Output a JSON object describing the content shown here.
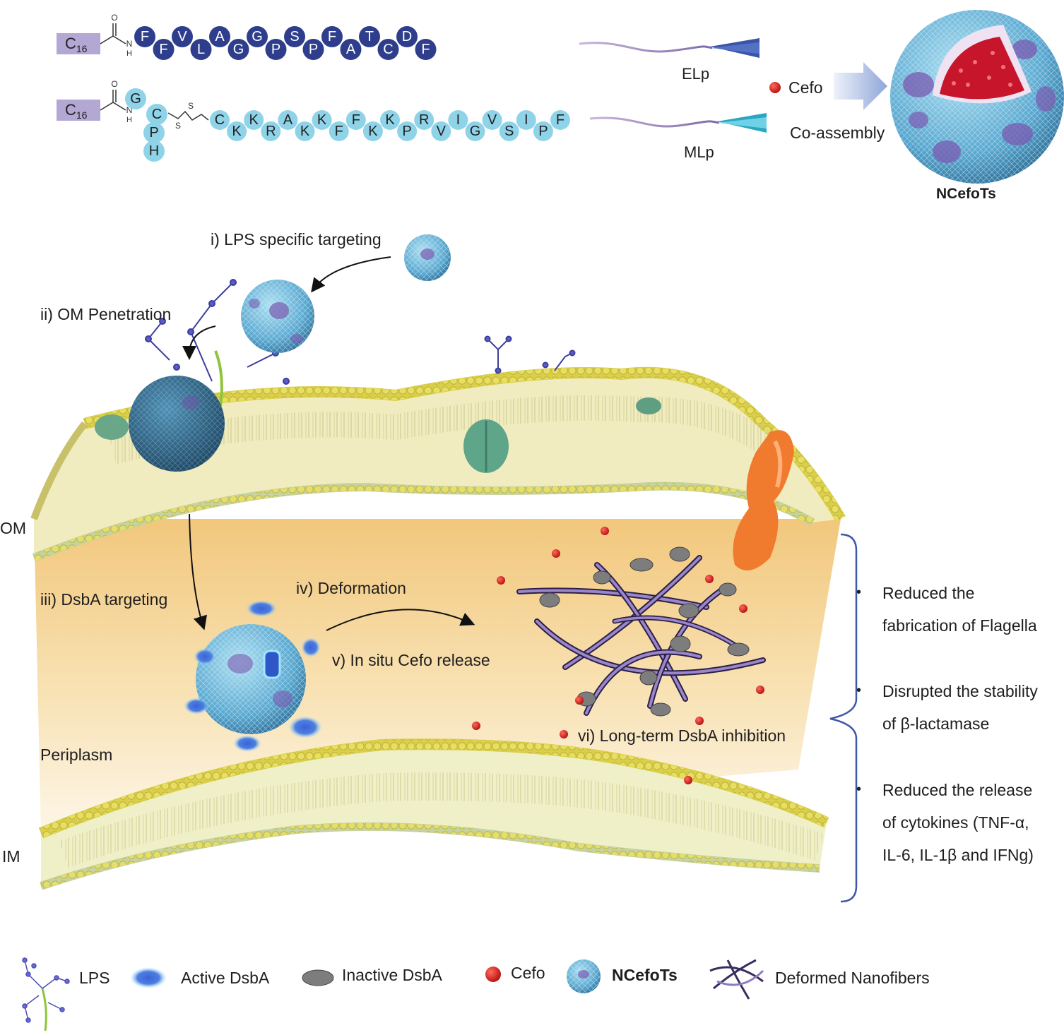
{
  "peptide1": {
    "tail": "C",
    "tail_sub": "16",
    "o": "O",
    "nh": "N",
    "h": "H",
    "residues": [
      "F",
      "F",
      "V",
      "L",
      "A",
      "G",
      "G",
      "P",
      "S",
      "P",
      "F",
      "A",
      "T",
      "C",
      "D",
      "F"
    ],
    "color": "#2e3e8c"
  },
  "peptide2": {
    "tail": "C",
    "tail_sub": "16",
    "o": "O",
    "nh": "N",
    "h": "H",
    "branch": [
      "G",
      "C",
      "P",
      "H"
    ],
    "s1": "S",
    "s2": "S",
    "residues": [
      "C",
      "K",
      "K",
      "R",
      "A",
      "K",
      "K",
      "F",
      "F",
      "K",
      "K",
      "P",
      "R",
      "V",
      "I",
      "G",
      "V",
      "S",
      "I",
      "P",
      "F"
    ],
    "color": "#8fd3e8"
  },
  "elp_label": "ELp",
  "mlp_label": "MLp",
  "cefo_label": "Cefo",
  "coassembly_label": "Co-assembly",
  "ncefots_label": "NCefoTs",
  "steps": {
    "s1": "i) LPS specific targeting",
    "s2": "ii) OM Penetration",
    "s3": "iii) DsbA targeting",
    "s4": "iv) Deformation",
    "s5": "v) In situ Cefo release",
    "s6": "vi) Long-term DsbA inhibition"
  },
  "membranes": {
    "om": "OM",
    "im": "IM",
    "periplasm": "Periplasm"
  },
  "effects": [
    {
      "line1": "Reduced the",
      "line2": "fabrication of Flagella",
      "line3": ""
    },
    {
      "line1": " Disrupted the stability",
      "line2": "of β-lactamase",
      "line3": ""
    },
    {
      "line1": "Reduced the release",
      "line2": "of cytokines (TNF-α,",
      "line3": "IL-6, IL-1β and IFNg)"
    }
  ],
  "legend": {
    "lps": "LPS",
    "active": "Active DsbA",
    "inactive": "Inactive DsbA",
    "cefo": "Cefo",
    "ncefots": "NCefoTs",
    "nanofibers": "Deformed Nanofibers"
  },
  "colors": {
    "dark_blue_residue": "#2e3e8c",
    "light_blue_residue": "#8fd3e8",
    "tail_box": "#b3a7d4",
    "membrane_head": "#e6dc5a",
    "periplasm": "#f3cf86",
    "cefo_red": "#d11a1a",
    "nanoparticle": "#6cb4d6"
  }
}
